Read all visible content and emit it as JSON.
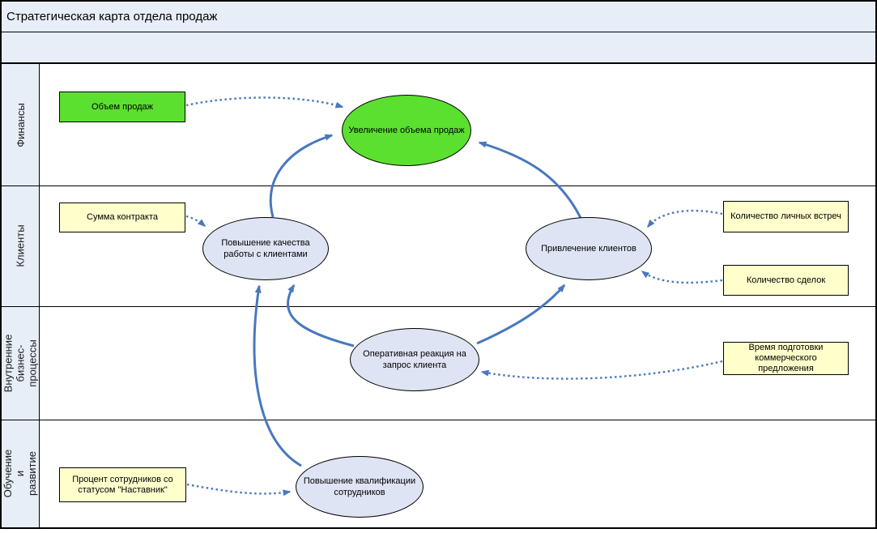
{
  "title": "Стратегическая карта отдела продаж",
  "perspectives": [
    {
      "label": "Финансы"
    },
    {
      "label": "Клиенты"
    },
    {
      "label": "Внутренние бизнес-процессы"
    },
    {
      "label": "Обучение и развитие"
    }
  ],
  "goals": [
    {
      "label": "Увеличение объема продаж",
      "perspective": "Финансы",
      "highlight": "green"
    },
    {
      "label": "Повышение качества работы с клиентами",
      "perspective": "Клиенты",
      "highlight": "none"
    },
    {
      "label": "Привлечение клиентов",
      "perspective": "Клиенты",
      "highlight": "none"
    },
    {
      "label": "Оперативная реакция на запрос клиента",
      "perspective": "Внутренние бизнес-процессы",
      "highlight": "none"
    },
    {
      "label": "Повышение квалификации сотрудников",
      "perspective": "Обучение и развитие",
      "highlight": "none"
    }
  ],
  "indicators": [
    {
      "label": "Объем продаж",
      "highlight": "green",
      "linked_goal": "Увеличение объема продаж"
    },
    {
      "label": "Сумма контракта",
      "highlight": "yellow",
      "linked_goal": "Повышение качества работы с клиентами"
    },
    {
      "label": "Количество личных встреч",
      "highlight": "yellow",
      "linked_goal": "Привлечение клиентов"
    },
    {
      "label": "Количество сделок",
      "highlight": "yellow",
      "linked_goal": "Привлечение клиентов"
    },
    {
      "label": "Время подготовки коммерческого предложения",
      "highlight": "yellow",
      "linked_goal": "Оперативная реакция на запрос клиента"
    },
    {
      "label": "Процент сотрудников со статусом \"Наставник\"",
      "highlight": "yellow",
      "linked_goal": "Повышение квалификации сотрудников"
    }
  ],
  "edges": [
    {
      "from": "Повышение качества работы с клиентами",
      "to": "Увеличение объема продаж",
      "style": "solid"
    },
    {
      "from": "Привлечение клиентов",
      "to": "Увеличение объема продаж",
      "style": "solid"
    },
    {
      "from": "Оперативная реакция на запрос клиента",
      "to": "Привлечение клиентов",
      "style": "solid"
    },
    {
      "from": "Оперативная реакция на запрос клиента",
      "to": "Повышение качества работы с клиентами",
      "style": "solid"
    },
    {
      "from": "Повышение квалификации сотрудников",
      "to": "Повышение качества работы с клиентами",
      "style": "solid"
    },
    {
      "from": "Объем продаж",
      "to": "Увеличение объема продаж",
      "style": "dotted"
    },
    {
      "from": "Сумма контракта",
      "to": "Повышение качества работы с клиентами",
      "style": "dotted"
    },
    {
      "from": "Количество личных встреч",
      "to": "Привлечение клиентов",
      "style": "dotted"
    },
    {
      "from": "Количество сделок",
      "to": "Привлечение клиентов",
      "style": "dotted"
    },
    {
      "from": "Время подготовки коммерческого предложения",
      "to": "Оперативная реакция на запрос клиента",
      "style": "dotted"
    },
    {
      "from": "Процент сотрудников со статусом \"Наставник\"",
      "to": "Повышение квалификации сотрудников",
      "style": "dotted"
    }
  ],
  "colors": {
    "green": "#5ce02f",
    "yellow": "#ffffcc",
    "ellipse": "#dee4f3",
    "arrow": "#4878be",
    "header_bg": "#e8eef8",
    "border": "#000000"
  }
}
